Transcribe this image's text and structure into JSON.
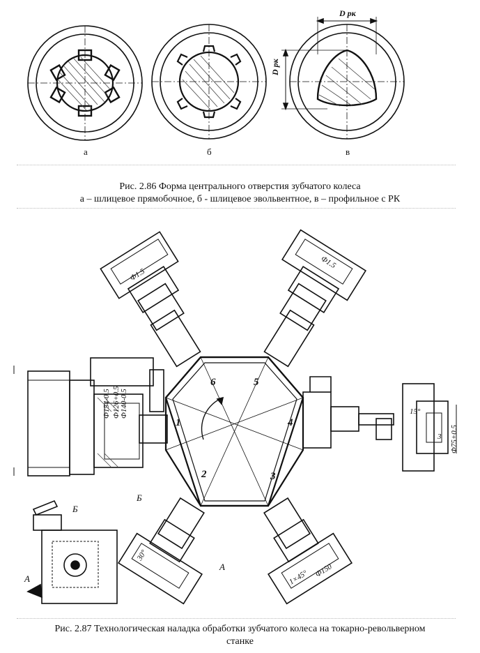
{
  "figure1": {
    "labels": {
      "a": "а",
      "b": "б",
      "c": "в"
    },
    "dim_top": "D рк",
    "dim_side": "D рк",
    "caption_line1": "Рис. 2.86 Форма центрального отверстия зубчатого колеса",
    "caption_line2": "а – шлицевое прямобочное, б - шлицевое эвольвентное, в – профильное с РК"
  },
  "figure2": {
    "turret_positions": [
      "1",
      "2",
      "3",
      "4",
      "5",
      "6"
    ],
    "dims": {
      "d1": "Ф154-0.5",
      "d2": "Ф126+0.5",
      "d3": "Ф140-0.5",
      "d4": "Ф1.5",
      "d5": "Ф75+0.5",
      "d6": "15°",
      "d7": "3",
      "d8": "1×45°",
      "d9": "Ф150",
      "d10": "30°"
    },
    "view_labels": {
      "a_left": "А",
      "a_right": "А",
      "b_top": "Б",
      "b_left": "Б"
    },
    "caption_line1": "Рис. 2.87 Технологическая наладка обработки зубчатого колеса на токарно-револьверном",
    "caption_line2": "станке"
  }
}
